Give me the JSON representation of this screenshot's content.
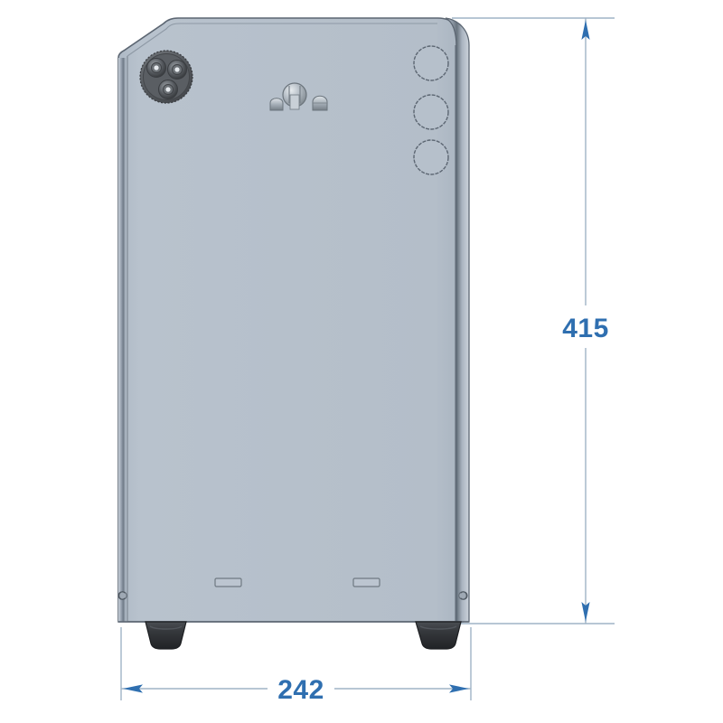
{
  "drawing": {
    "view_name": "front-elevation",
    "background_color": "#ffffff",
    "body": {
      "fill_color": "#b6c0cb",
      "edge_color": "#5c6672",
      "highlight_color": "#d2d9e1",
      "shadow_color": "#8d99a6"
    },
    "dimensions": {
      "height": {
        "label": "415",
        "units_shown": false,
        "orientation": "vertical",
        "position": "right",
        "color": "#2f6fb0"
      },
      "width": {
        "label": "242",
        "units_shown": false,
        "orientation": "horizontal",
        "position": "bottom",
        "color": "#2f6fb0"
      }
    },
    "features": {
      "connector": {
        "name": "3-pin circular connector",
        "pin_count": 3,
        "color": "#55585c"
      },
      "center_fittings": {
        "name": "center valve fittings",
        "count": 3
      },
      "side_ports": {
        "name": "circular knockout ports",
        "count": 3
      },
      "vent_slots": {
        "name": "lower vent slots",
        "count": 2
      },
      "feet": {
        "name": "rubber feet",
        "count": 2,
        "color": "#2e3135"
      },
      "corner_screws": {
        "name": "corner fasteners",
        "count": 2
      }
    }
  }
}
